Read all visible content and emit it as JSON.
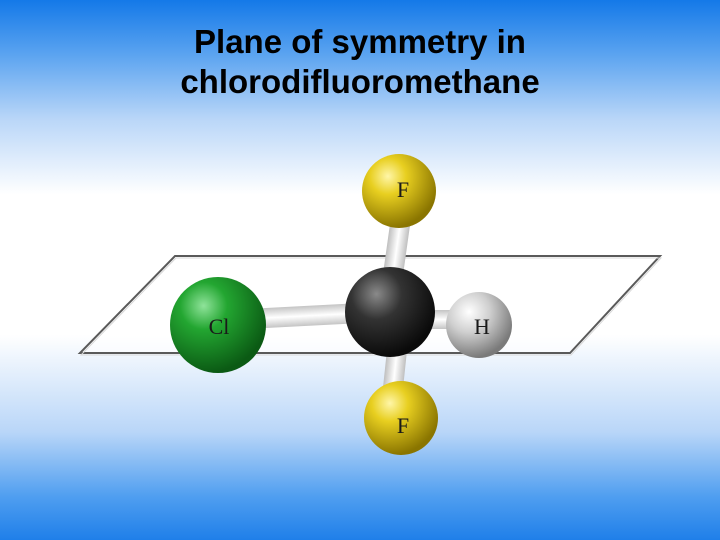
{
  "slide": {
    "title_line1": "Plane of symmetry in",
    "title_line2": "chlorodifluoromethane"
  },
  "molecule": {
    "atoms": {
      "top_f": "F",
      "bottom_f": "F",
      "cl": "Cl",
      "h": "H",
      "c": ""
    }
  },
  "colors": {
    "fluorine": "#d9c21a",
    "chlorine": "#1f9a2c",
    "carbon": "#2a2a2a",
    "hydrogen": "#c8c8c8",
    "bond": "#f2f2f2",
    "plane_edge": "#555555"
  }
}
